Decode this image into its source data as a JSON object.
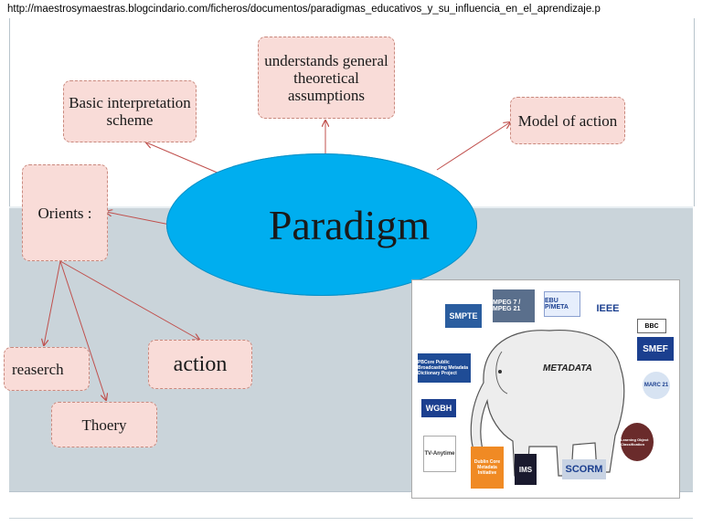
{
  "source_url": "http://maestrosymaestras.blogcindario.com/ficheros/documentos/paradigmas_educativos_y_su_influencia_en_el_aprendizaje.p",
  "center": {
    "label": "Paradigm",
    "color": "#00aeef"
  },
  "nodes": {
    "basic": "Basic interpretation scheme",
    "understands": "understands general theoretical assumptions",
    "model": "Model of action",
    "orients": "Orients :",
    "research": "reaserch",
    "action": "action",
    "theory": "Thoery"
  },
  "colors": {
    "box_fill": "#f9dcd8",
    "box_border": "#c9897e",
    "arrow": "#c0504d",
    "band": "#cad4da"
  },
  "image": {
    "center_label": "METADATA",
    "logos": [
      "SMPTE",
      "MPEG 7 / MPEG 21",
      "EBU P/META",
      "IEEE",
      "BBC",
      "SMEF",
      "PBCore Public Broadcasting Metadata Dictionary Project",
      "MARC 21",
      "WGBH",
      "TV-Anytime",
      "Dublin Core Metadata Initiative",
      "IMS",
      "SCORM",
      "Learning Object Classification"
    ]
  }
}
